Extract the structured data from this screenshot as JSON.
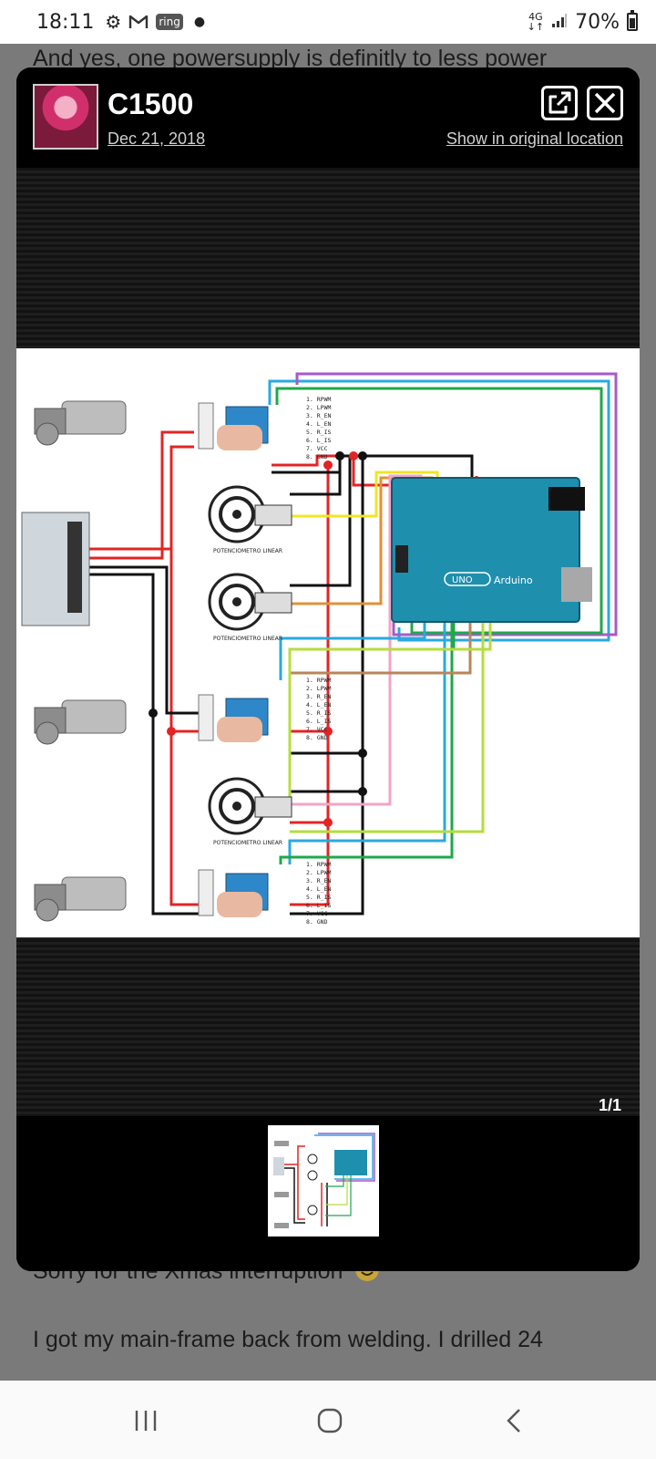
{
  "status_bar": {
    "time": "18:11",
    "ring_badge": "ring",
    "network": "4G",
    "battery": "70%",
    "battery_level": 0.7
  },
  "background_post": {
    "line_top": "And yes, one powersupply is definitly to less power",
    "line_1": "Sorry for the Xmas interruption",
    "line_2": "I got my main-frame back from welding. I drilled 24"
  },
  "modal": {
    "username": "C1500",
    "date": "Dec 21, 2018",
    "show_original": "Show in original location",
    "counter": "1/1"
  },
  "diagram": {
    "driver_pins": [
      "1. RPWM",
      "2. LPWM",
      "3. R_EN",
      "4. L_EN",
      "5. R_IS",
      "6. L_IS",
      "7. VCC",
      "8. GND"
    ],
    "pot_label": "POTENCIOMETRO LINEAR",
    "arduino_uno": "UNO",
    "arduino_brand": "Arduino",
    "colors": {
      "red": "#e32424",
      "black": "#111111",
      "green": "#1fa84a",
      "cyan": "#29a9e0",
      "violet": "#a959c8",
      "yellow": "#f1e522",
      "orange": "#e0913a",
      "pink": "#f2a3c6",
      "lime": "#b6dc3e",
      "brown": "#b9855b",
      "arduino_blue": "#1f8fae"
    }
  },
  "icons": {
    "settings": "gear-icon",
    "mail": "gmail-icon",
    "signal": "signal-icon",
    "battery": "battery-icon",
    "open": "open-external-icon",
    "close": "close-icon",
    "emoji": "winking-face-icon",
    "recents": "recents-icon",
    "home": "home-icon",
    "back": "back-icon"
  }
}
